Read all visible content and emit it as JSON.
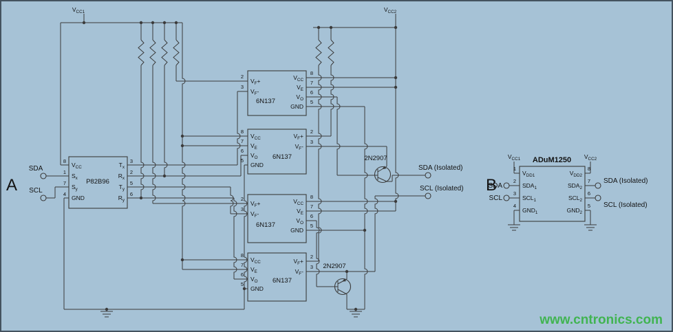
{
  "canvas": {
    "bg": "#a6c2d6",
    "border": "#44535f",
    "line": "#3b3b3b",
    "text": "#131313"
  },
  "watermark": {
    "text": "www.cntronics.com",
    "color": "#3cb44b"
  },
  "sections": {
    "a": "A",
    "b": "B"
  },
  "power": {
    "vcc1": {
      "b": "V",
      "s": "CC1"
    },
    "vcc2": {
      "b": "V",
      "s": "CC2"
    }
  },
  "io": {
    "sda": "SDA",
    "scl": "SCL",
    "sda_iso": "SDA (Isolated)",
    "scl_iso": "SCL (Isolated)"
  },
  "p82b96": {
    "name": "P82B96",
    "rows_left": [
      {
        "pin": "8",
        "b": "V",
        "s": "CC"
      },
      {
        "pin": "1",
        "b": "S",
        "s": "x"
      },
      {
        "pin": "7",
        "b": "S",
        "s": "y"
      },
      {
        "pin": "4",
        "b": "GND"
      }
    ],
    "rows_right": [
      {
        "pin": "3",
        "b": "T",
        "s": "x"
      },
      {
        "pin": "2",
        "b": "R",
        "s": "x"
      },
      {
        "pin": "5",
        "b": "T",
        "s": "y"
      },
      {
        "pin": "6",
        "b": "R",
        "s": "y"
      }
    ]
  },
  "opto": {
    "name": "6N137",
    "vfp": {
      "pin": "2",
      "b": "V",
      "s": "F",
      "t": "+"
    },
    "vfm": {
      "pin": "3",
      "b": "V",
      "s": "F",
      "t": "-"
    },
    "vcc": {
      "pin": "8",
      "b": "V",
      "s": "CC"
    },
    "ve": {
      "pin": "7",
      "b": "V",
      "s": "E"
    },
    "vo": {
      "pin": "6",
      "b": "V",
      "s": "O"
    },
    "gnd": {
      "pin": "5",
      "b": "GND"
    }
  },
  "transistor": {
    "name": "2N2907"
  },
  "adum": {
    "name": "ADuM1250",
    "rows_left": [
      {
        "pin": "1",
        "b": "V",
        "s": "DD1"
      },
      {
        "pin": "2",
        "b": "SDA",
        "s": "1"
      },
      {
        "pin": "3",
        "b": "SCL",
        "s": "1"
      },
      {
        "pin": "4",
        "b": "GND",
        "s": "1"
      }
    ],
    "rows_right": [
      {
        "pin": "8",
        "b": "V",
        "s": "DD2"
      },
      {
        "pin": "7",
        "b": "SDA",
        "s": "2"
      },
      {
        "pin": "6",
        "b": "SCL",
        "s": "2"
      },
      {
        "pin": "5",
        "b": "GND",
        "s": "2"
      }
    ]
  }
}
